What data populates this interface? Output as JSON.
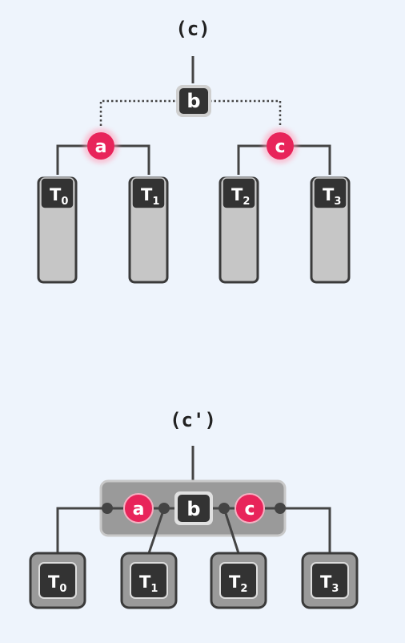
{
  "colors": {
    "background": "#eef4fc",
    "dark_node": "#333333",
    "red_node": "#e8245a",
    "subtree_fill": "#c6c6c6",
    "merged_box": "#9a9a9a",
    "line": "#444444"
  },
  "diagram_c": {
    "label": "(c)",
    "root": "b",
    "children": [
      "a",
      "c"
    ],
    "leaves": [
      {
        "base": "T",
        "sub": "0"
      },
      {
        "base": "T",
        "sub": "1"
      },
      {
        "base": "T",
        "sub": "2"
      },
      {
        "base": "T",
        "sub": "3"
      }
    ]
  },
  "diagram_c_prime": {
    "label": "(c')",
    "merged_nodes": [
      "a",
      "b",
      "c"
    ],
    "leaves": [
      {
        "base": "T",
        "sub": "0"
      },
      {
        "base": "T",
        "sub": "1"
      },
      {
        "base": "T",
        "sub": "2"
      },
      {
        "base": "T",
        "sub": "3"
      }
    ]
  }
}
